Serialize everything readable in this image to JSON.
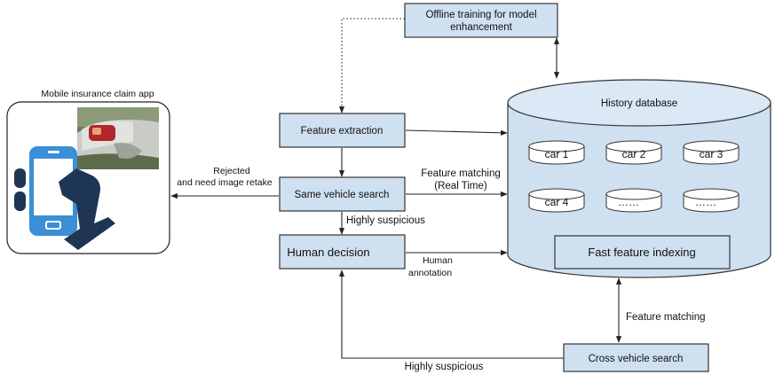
{
  "colors": {
    "box_fill": "#cfe0f1",
    "db_fill": "#cfe0f1",
    "phone_blue": "#3a8fd6",
    "phone_screen": "#ffffff",
    "hand_navy": "#1e3553",
    "line": "#222222"
  },
  "app": {
    "label": "Mobile insurance claim app",
    "icons": [
      "smartphone-icon",
      "hand-icon",
      "car-damage-photo"
    ]
  },
  "nodes": {
    "offline": [
      "Offline training for model",
      "enhancement"
    ],
    "feature_extraction": "Feature extraction",
    "same_vehicle": "Same vehicle search",
    "human_decision": "Human decision",
    "cross_vehicle": "Cross  vehicle search"
  },
  "database": {
    "title": "History database",
    "cars": [
      "car 1",
      "car 2",
      "car 3",
      "car 4",
      "……",
      "……"
    ],
    "index_label": "Fast feature indexing"
  },
  "edge_labels": {
    "rejected": [
      "Rejected",
      "and need image retake"
    ],
    "feature_matching_rt": [
      "Feature matching",
      "(Real Time)"
    ],
    "highly_suspicious_1": "Highly suspicious",
    "human_annotation": [
      "Human",
      "annotation"
    ],
    "feature_matching": "Feature matching",
    "highly_suspicious_2": "Highly suspicious"
  }
}
